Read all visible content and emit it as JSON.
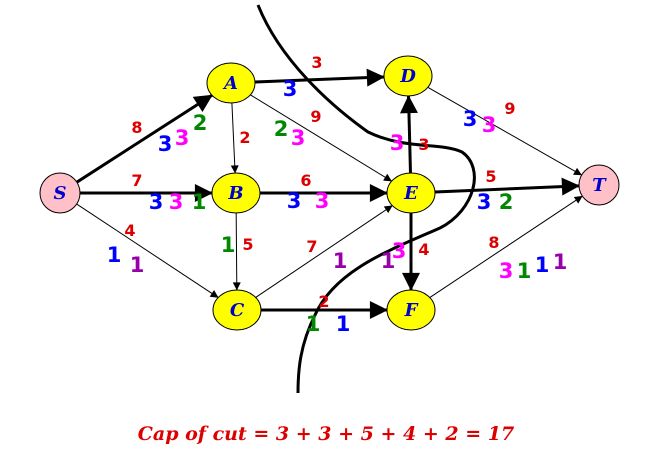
{
  "colors": {
    "node_fill": "#ffff00",
    "terminal_fill": "#ffc0c8",
    "capacity_text": "#dd0000",
    "flow_blue": "#0000ff",
    "flow_magenta": "#ff00ff",
    "flow_green": "#008800",
    "flow_purple": "#9900aa",
    "label_text": "#0000cc"
  },
  "nodes": [
    {
      "id": "S",
      "label": "S",
      "type": "terminal"
    },
    {
      "id": "A",
      "label": "A",
      "type": "inner"
    },
    {
      "id": "B",
      "label": "B",
      "type": "inner"
    },
    {
      "id": "C",
      "label": "C",
      "type": "inner"
    },
    {
      "id": "D",
      "label": "D",
      "type": "inner"
    },
    {
      "id": "E",
      "label": "E",
      "type": "inner"
    },
    {
      "id": "F",
      "label": "F",
      "type": "inner"
    },
    {
      "id": "T",
      "label": "T",
      "type": "terminal"
    }
  ],
  "edges": [
    {
      "from": "S",
      "to": "A",
      "capacity": "8",
      "flows": [
        "3",
        "3",
        "2"
      ],
      "bold": true
    },
    {
      "from": "S",
      "to": "B",
      "capacity": "7",
      "flows": [
        "3",
        "3",
        "1"
      ],
      "bold": true
    },
    {
      "from": "S",
      "to": "C",
      "capacity": "4",
      "flows": [
        "1",
        "1"
      ],
      "bold": false
    },
    {
      "from": "A",
      "to": "D",
      "capacity": "3",
      "flows": [
        "3"
      ],
      "bold": true
    },
    {
      "from": "A",
      "to": "B",
      "capacity": "2",
      "flows": [],
      "bold": false
    },
    {
      "from": "A",
      "to": "E",
      "capacity": "9",
      "flows": [
        "2",
        "3"
      ],
      "bold": false
    },
    {
      "from": "B",
      "to": "E",
      "capacity": "6",
      "flows": [
        "3",
        "3"
      ],
      "bold": true
    },
    {
      "from": "B",
      "to": "C",
      "capacity": "5",
      "flows": [
        "1"
      ],
      "bold": false
    },
    {
      "from": "C",
      "to": "E",
      "capacity": "7",
      "flows": [
        "1"
      ],
      "bold": false
    },
    {
      "from": "C",
      "to": "F",
      "capacity": "2",
      "flows": [
        "1",
        "1"
      ],
      "bold": true
    },
    {
      "from": "E",
      "to": "D",
      "capacity": "3",
      "flows": [
        "3"
      ],
      "bold": true
    },
    {
      "from": "E",
      "to": "F",
      "capacity": "4",
      "flows": [
        "1",
        "3"
      ],
      "bold": true
    },
    {
      "from": "E",
      "to": "T",
      "capacity": "5",
      "flows": [
        "3",
        "2"
      ],
      "bold": true
    },
    {
      "from": "D",
      "to": "T",
      "capacity": "9",
      "flows": [
        "3",
        "3"
      ],
      "bold": false
    },
    {
      "from": "F",
      "to": "T",
      "capacity": "8",
      "flows": [
        "3",
        "1",
        "1",
        "1"
      ],
      "bold": false
    }
  ],
  "caption": "Cap of cut = 3 + 3 + 5 + 4 + 2 = 17"
}
